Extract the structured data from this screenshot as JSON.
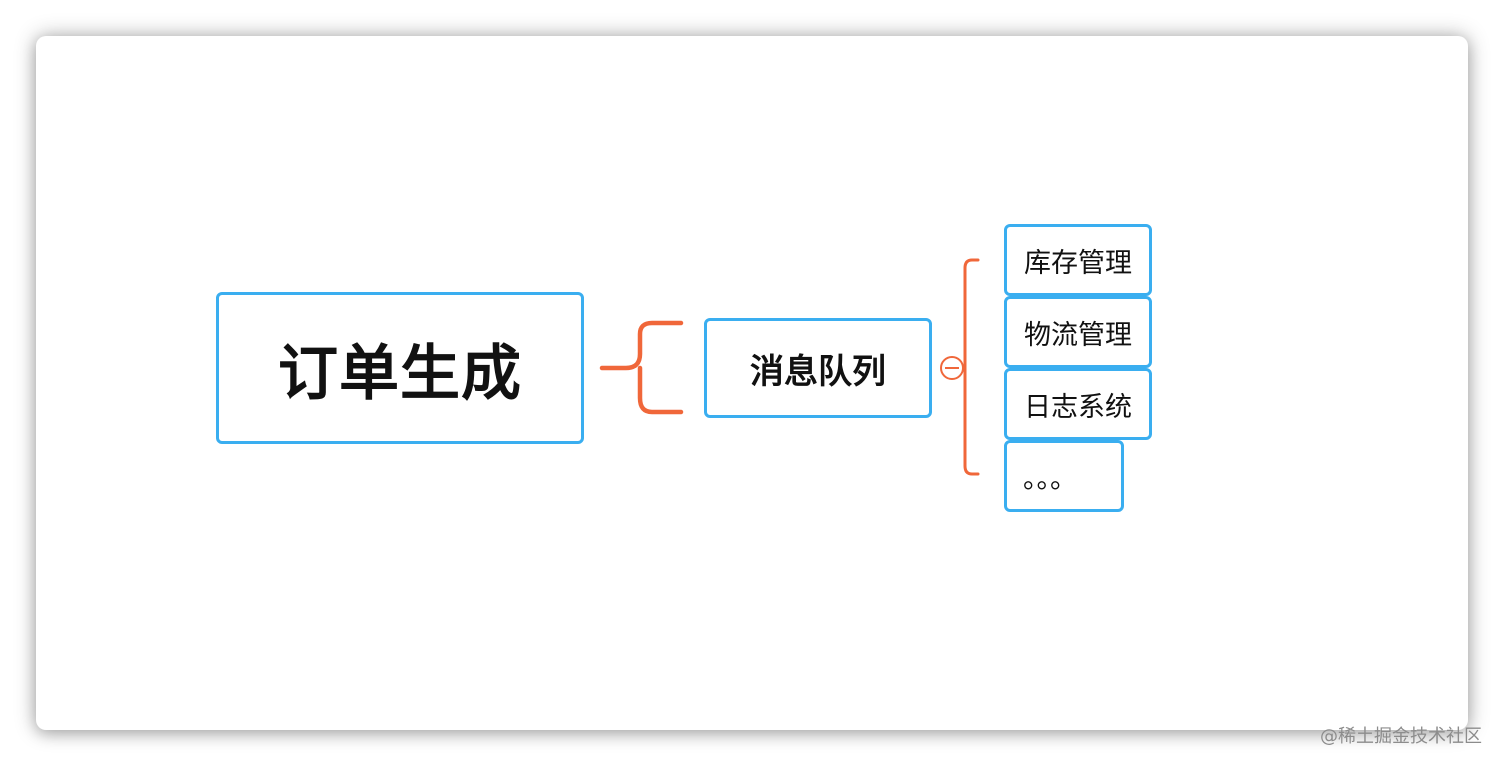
{
  "diagram": {
    "root": {
      "label": "订单生成"
    },
    "hub": {
      "label": "消息队列"
    },
    "consumers": [
      {
        "label": "库存管理"
      },
      {
        "label": "物流管理"
      },
      {
        "label": "日志系统"
      },
      {
        "label": "。。。"
      }
    ]
  },
  "colors": {
    "node_border": "#3aaef0",
    "connector": "#f0673a",
    "text": "#111111"
  },
  "icons": {
    "collapse": "minus-circle-icon"
  },
  "watermark": {
    "text": "@稀土掘金技术社区"
  }
}
